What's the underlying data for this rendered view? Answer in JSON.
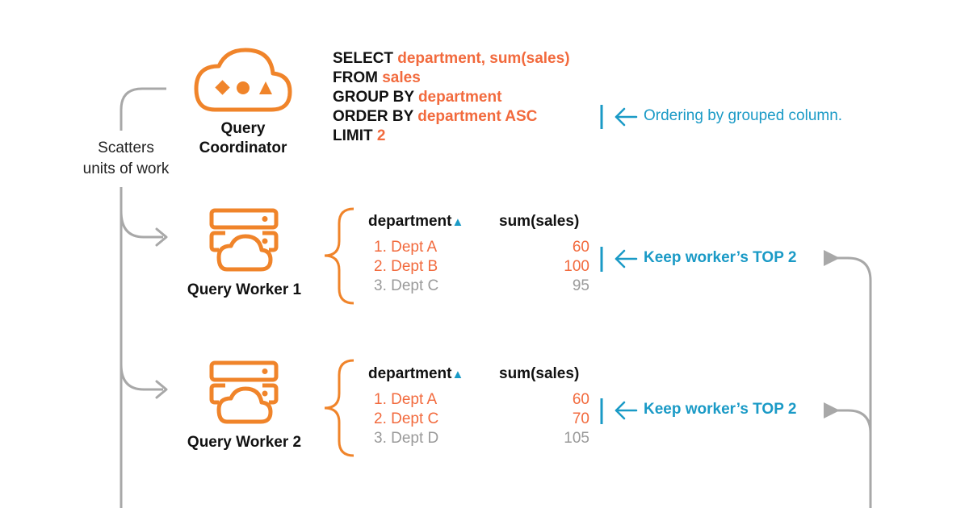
{
  "coordinator": {
    "label_line1": "Query",
    "label_line2": "Coordinator",
    "icon": "cloud-shapes-icon"
  },
  "scatter_label": {
    "line1": "Scatters",
    "line2": "units of work"
  },
  "sql": {
    "select_kw": "SELECT",
    "select_val": "department, sum(sales)",
    "from_kw": "FROM",
    "from_val": "sales",
    "group_kw": "GROUP BY",
    "group_val": "department",
    "order_kw": "ORDER BY",
    "order_val": "department ASC",
    "limit_kw": "LIMIT",
    "limit_val": "2"
  },
  "order_note": "Ordering by grouped column.",
  "workers": [
    {
      "label": "Query Worker 1",
      "icon": "server-cloud-icon",
      "col1": "department",
      "sort_icon": "▲",
      "col2": "sum(sales)",
      "rows": [
        {
          "name": "1. Dept A",
          "value": "60",
          "kept": true
        },
        {
          "name": "2. Dept B",
          "value": "100",
          "kept": true
        },
        {
          "name": "3. Dept C",
          "value": "95",
          "kept": false
        }
      ],
      "note": "Keep worker’s TOP 2"
    },
    {
      "label": "Query Worker 2",
      "icon": "server-cloud-icon",
      "col1": "department",
      "sort_icon": "▲",
      "col2": "sum(sales)",
      "rows": [
        {
          "name": "1. Dept A",
          "value": "60",
          "kept": true
        },
        {
          "name": "2. Dept C",
          "value": "70",
          "kept": true
        },
        {
          "name": "3. Dept D",
          "value": "105",
          "kept": false
        }
      ],
      "note": "Keep worker’s TOP 2"
    }
  ],
  "colors": {
    "orange": "#f0842a",
    "highlight": "#f26a3d",
    "blue": "#1a9ac6",
    "gray_line": "#a8a8a8",
    "dropped": "#9a9a9a"
  }
}
